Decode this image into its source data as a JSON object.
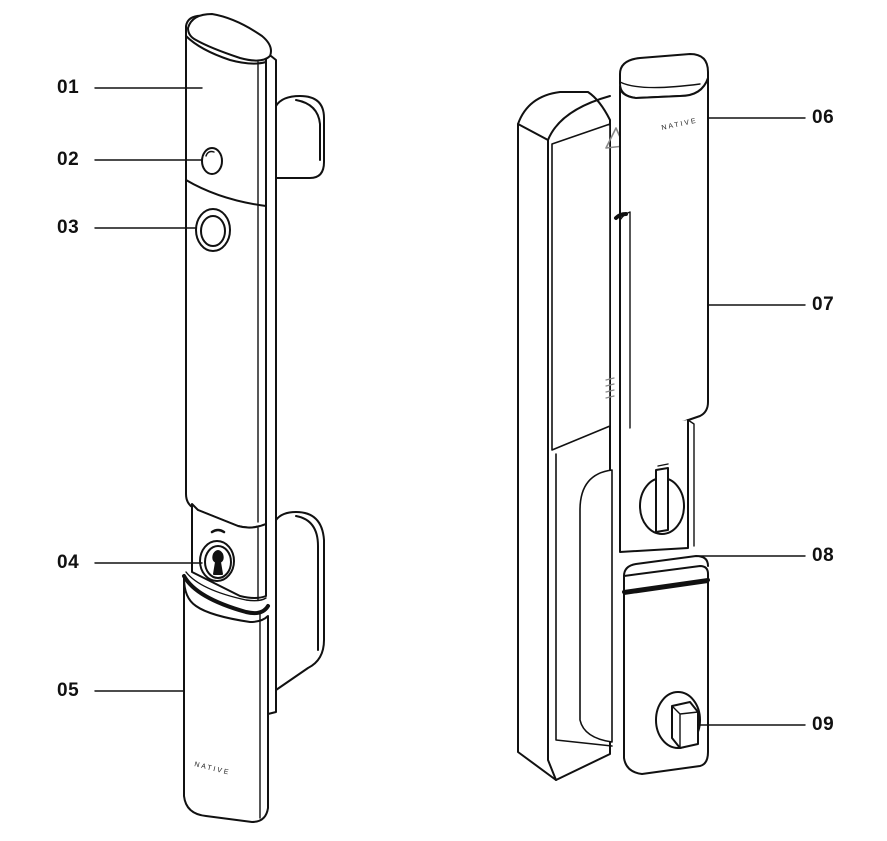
{
  "callouts": {
    "left": [
      "01",
      "02",
      "03",
      "04",
      "05"
    ],
    "right": [
      "06",
      "07",
      "08",
      "09"
    ]
  },
  "branding": {
    "front": "NATIVE",
    "side": "NATIVE"
  },
  "colors": {
    "stroke": "#111111",
    "fill": "#ffffff"
  }
}
